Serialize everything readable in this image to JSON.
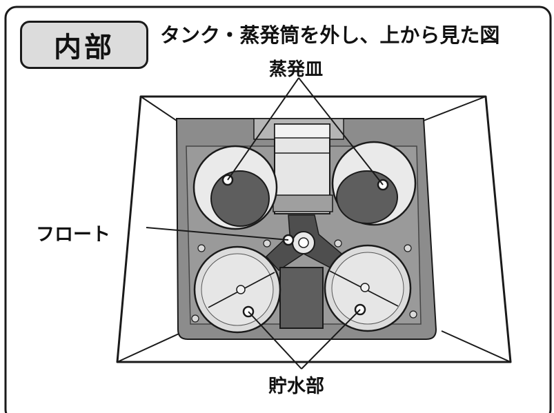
{
  "badge": {
    "text": "内部"
  },
  "subtitle": "タンク・蒸発筒を外し、上から見た図",
  "callouts": {
    "evaporation_dish": "蒸発皿",
    "float": "フロート",
    "reservoir": "貯水部"
  },
  "colors": {
    "outline": "#1a1a1a",
    "badge_fill": "#dcdcdc",
    "tray_fill": "#8c8c8c",
    "light_part": "#e0e0e0",
    "dark_part": "#5e5e5e"
  }
}
